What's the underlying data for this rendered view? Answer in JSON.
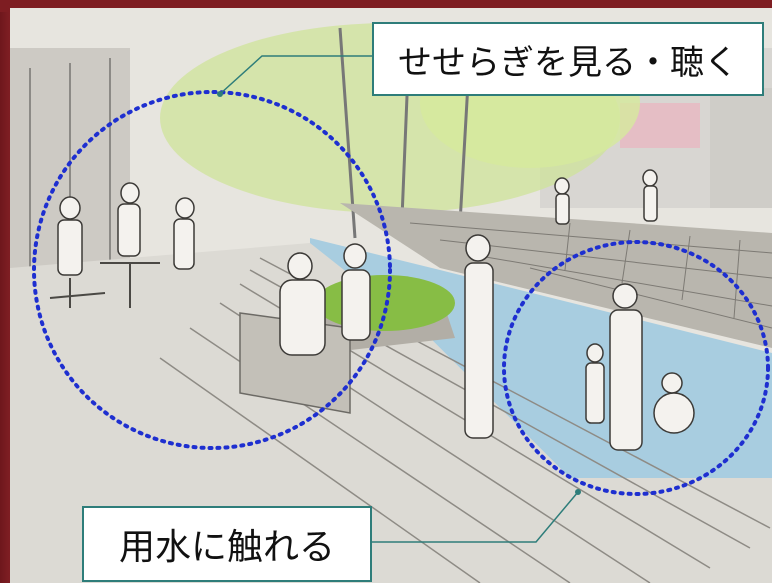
{
  "callouts": {
    "top": "せせらぎを見る・聴く",
    "bottom": "用水に触れる"
  },
  "colors": {
    "frame": "#7a1d22",
    "circle": "#1e2fd0",
    "leader": "#2e7d7a",
    "water": "#9cc6dc",
    "foliage": "#8fc24a"
  },
  "scene": "canal-side walkway sketch"
}
